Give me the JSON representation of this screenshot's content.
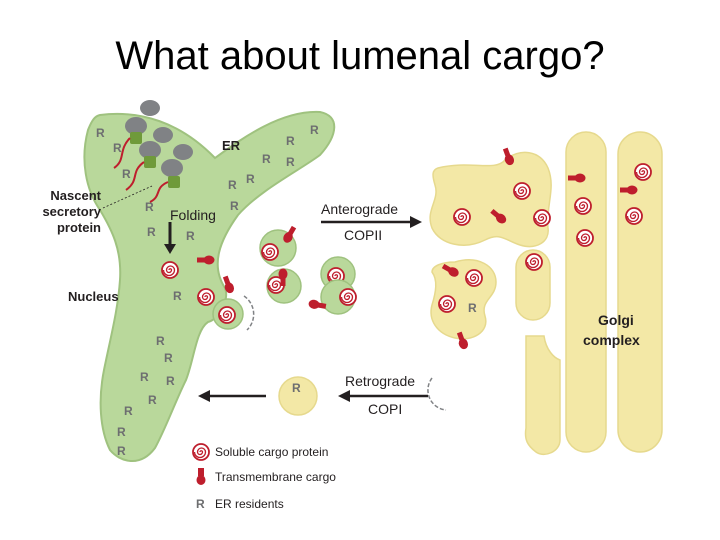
{
  "title": "What about lumenal cargo?",
  "labels": {
    "er": "ER",
    "nascent_line1": "Nascent",
    "nascent_line2": "secretory",
    "nascent_line3": "protein",
    "folding": "Folding",
    "nucleus": "Nucleus",
    "anterograde": "Anterograde",
    "copii": "COPII",
    "retrograde": "Retrograde",
    "copi": "COPI",
    "golgi_line1": "Golgi",
    "golgi_line2": "complex",
    "er_resident_mark": "R"
  },
  "legend": [
    {
      "icon": "soluble-cargo-icon",
      "label": "Soluble cargo protein"
    },
    {
      "icon": "transmembrane-cargo-icon",
      "label": "Transmembrane cargo"
    },
    {
      "icon": "er-resident-icon",
      "label": "ER residents"
    }
  ],
  "colors": {
    "er_fill": "#b9d89b",
    "golgi_fill": "#f3e8a6",
    "cargo_red": "#be1e2d",
    "ribosome_gray": "#808285",
    "translocon_green": "#6f9a3a"
  }
}
